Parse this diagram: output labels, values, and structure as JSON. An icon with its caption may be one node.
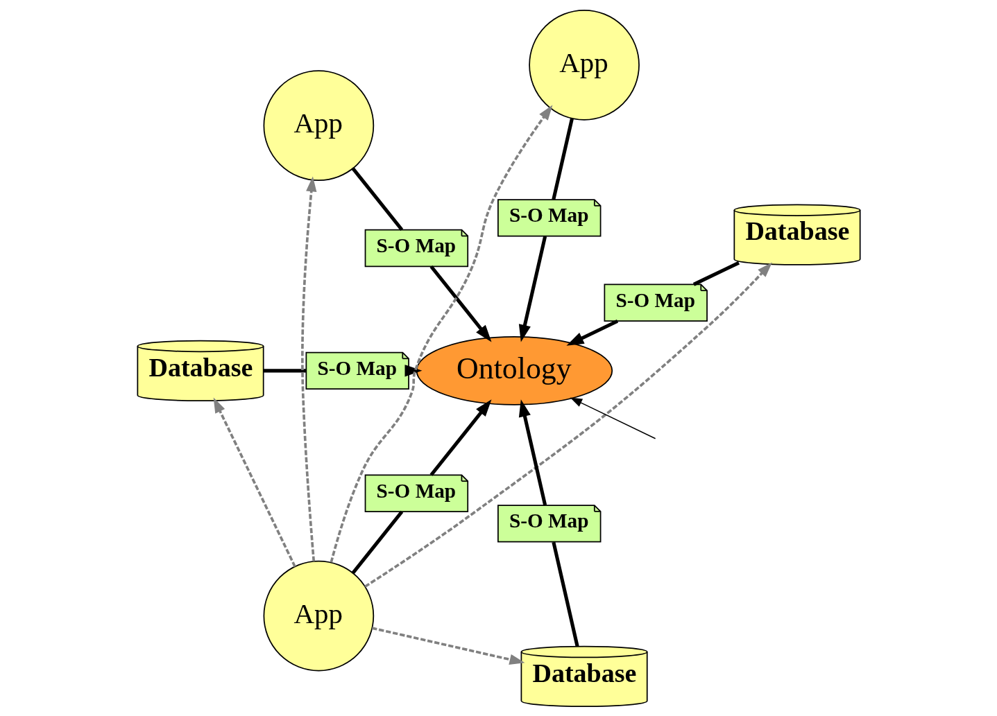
{
  "diagram": {
    "nodes": [
      {
        "text": [
          "Ontology"
        ]
      },
      {
        "text": [
          "Database"
        ]
      },
      {
        "text": [
          "S-O Map"
        ]
      },
      {
        "text": [
          "App"
        ]
      },
      {
        "text": [
          "S-O Map"
        ]
      },
      {
        "text": [
          "App"
        ]
      },
      {
        "text": [
          "S-O Map"
        ]
      },
      {
        "text": [
          "Database"
        ]
      },
      {
        "text": [
          "S-O Map"
        ]
      },
      {
        "text": [
          "App"
        ]
      },
      {
        "text": [
          "S-O Map"
        ]
      },
      {
        "text": [
          "Database"
        ]
      },
      {
        "text": [
          "S-O Map"
        ]
      }
    ],
    "edges": [
      {
        "from": 1,
        "to": 2,
        "arrow": "none"
      },
      {
        "from": 2,
        "to": 0,
        "arrow": "to"
      },
      {
        "from": 3,
        "to": 4,
        "arrow": "none"
      },
      {
        "from": 4,
        "to": 0,
        "arrow": "to"
      },
      {
        "from": 5,
        "to": 6,
        "arrow": "none"
      },
      {
        "from": 6,
        "to": 0,
        "arrow": "to"
      },
      {
        "from": 7,
        "to": 8,
        "arrow": "none"
      },
      {
        "from": 8,
        "to": 0,
        "arrow": "to"
      },
      {
        "from": 9,
        "to": 10,
        "arrow": "none"
      },
      {
        "from": 10,
        "to": 0,
        "arrow": "to"
      },
      {
        "from": 11,
        "to": 12,
        "arrow": "none"
      },
      {
        "from": 12,
        "to": 0,
        "arrow": "to"
      },
      {
        "from": 9,
        "to": 1,
        "arrow": "to",
        "style": "dashed",
        "color": "#808080"
      },
      {
        "from": 9,
        "to": 3,
        "arrow": "to",
        "style": "dashed",
        "color": "#808080"
      },
      {
        "from": 9,
        "to": 5,
        "arrow": "to",
        "style": "dashed",
        "color": "#808080"
      },
      {
        "from": 9,
        "to": 7,
        "arrow": "to",
        "style": "dashed",
        "color": "#808080"
      },
      {
        "from": 9,
        "to": 11,
        "arrow": "to",
        "style": "dashed",
        "color": "#808080"
      },
      {
        "from": null,
        "to": 0,
        "arrow": "to"
      }
    ]
  }
}
